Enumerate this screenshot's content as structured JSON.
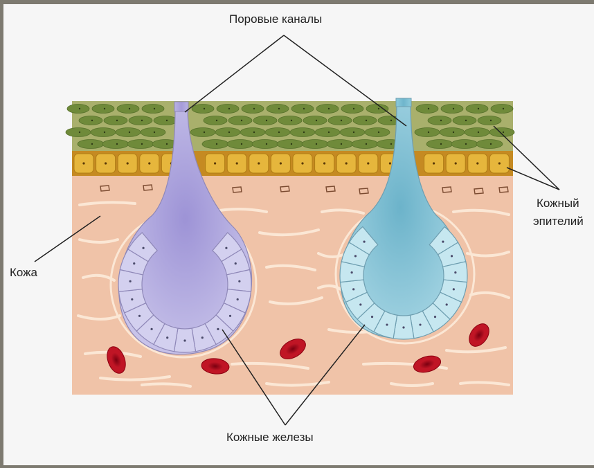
{
  "labels": {
    "pore_channels": "Поровые каналы",
    "skin_epithelium_line1": "Кожный",
    "skin_epithelium_line2": "эпителий",
    "skin": "Кожа",
    "skin_glands": "Кожные железы"
  },
  "colors": {
    "background": "#f6f6f6",
    "dermis": "#f0c3a8",
    "epidermis_outer": "#aab16a",
    "epidermis_cell": "#6f8a3a",
    "basal_cell": "#e7b43c",
    "gland_left": "#c4c0e6",
    "gland_right": "#bfe3ec",
    "blood_cell": "#bb1020"
  }
}
